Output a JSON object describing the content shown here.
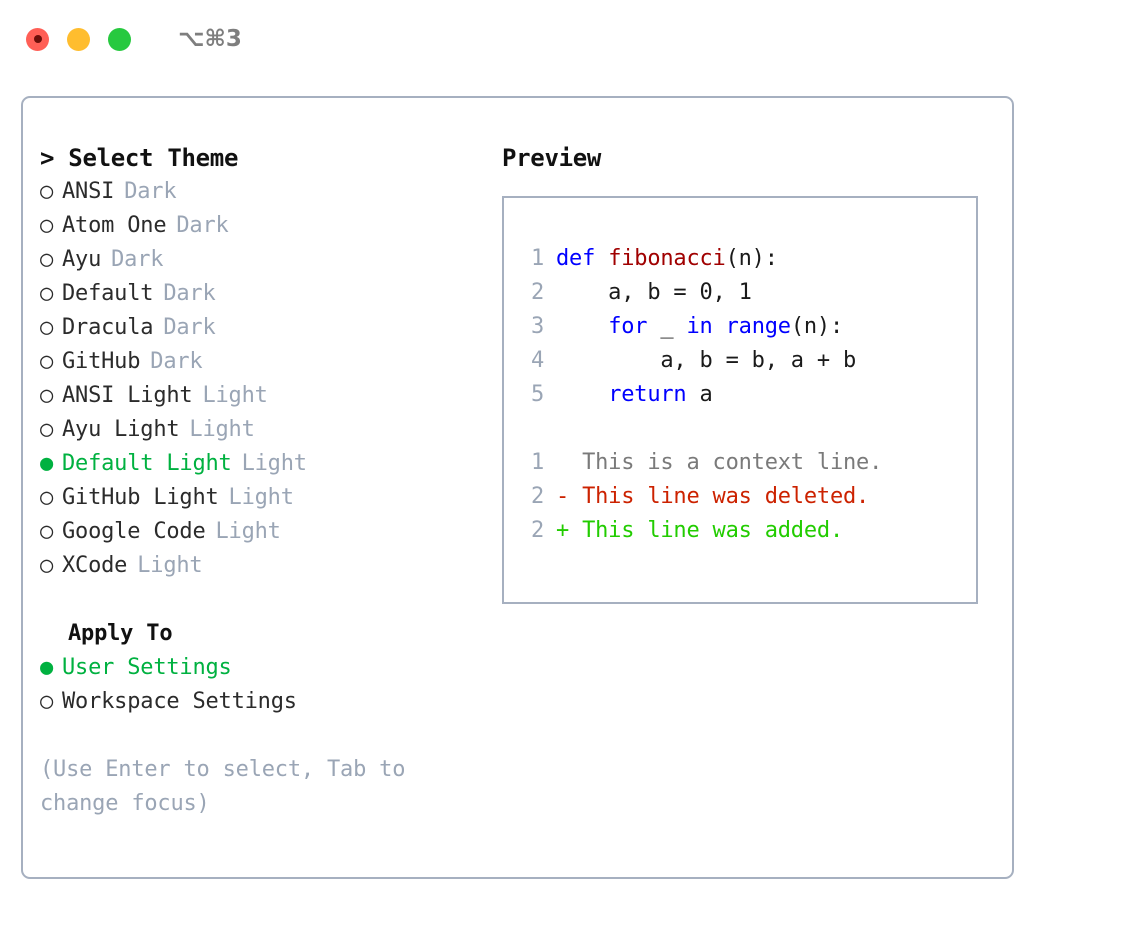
{
  "window": {
    "title": "⌥⌘3",
    "traffic_lights": [
      "close-red",
      "minimize-yellow",
      "maximize-green"
    ]
  },
  "left": {
    "header": "> Select Theme",
    "themes": [
      {
        "bullet": "○",
        "name": "ANSI",
        "tag": "Dark",
        "selected": false
      },
      {
        "bullet": "○",
        "name": "Atom One",
        "tag": "Dark",
        "selected": false
      },
      {
        "bullet": "○",
        "name": "Ayu",
        "tag": "Dark",
        "selected": false
      },
      {
        "bullet": "○",
        "name": "Default",
        "tag": "Dark",
        "selected": false
      },
      {
        "bullet": "○",
        "name": "Dracula",
        "tag": "Dark",
        "selected": false
      },
      {
        "bullet": "○",
        "name": "GitHub",
        "tag": "Dark",
        "selected": false
      },
      {
        "bullet": "○",
        "name": "ANSI Light",
        "tag": "Light",
        "selected": false
      },
      {
        "bullet": "○",
        "name": "Ayu Light",
        "tag": "Light",
        "selected": false
      },
      {
        "bullet": "●",
        "name": "Default Light",
        "tag": "Light",
        "selected": true
      },
      {
        "bullet": "○",
        "name": "GitHub Light",
        "tag": "Light",
        "selected": false
      },
      {
        "bullet": "○",
        "name": "Google Code",
        "tag": "Light",
        "selected": false
      },
      {
        "bullet": "○",
        "name": "XCode",
        "tag": "Light",
        "selected": false
      }
    ],
    "apply_to": {
      "title": "Apply To",
      "options": [
        {
          "bullet": "●",
          "name": "User Settings",
          "selected": true
        },
        {
          "bullet": "○",
          "name": "Workspace Settings",
          "selected": false
        }
      ]
    },
    "hint": "(Use Enter to select, Tab to change focus)"
  },
  "right": {
    "title": "Preview",
    "code_lines": [
      {
        "no": "1",
        "tokens": [
          {
            "t": "def ",
            "c": "kw"
          },
          {
            "t": "fibonacci",
            "c": "fn"
          },
          {
            "t": "(n):",
            "c": "plain"
          }
        ]
      },
      {
        "no": "2",
        "tokens": [
          {
            "t": "    a, b = 0, 1",
            "c": "plain"
          }
        ]
      },
      {
        "no": "3",
        "tokens": [
          {
            "t": "    ",
            "c": "plain"
          },
          {
            "t": "for",
            "c": "kw"
          },
          {
            "t": " _ ",
            "c": "plain"
          },
          {
            "t": "in",
            "c": "kw"
          },
          {
            "t": " ",
            "c": "plain"
          },
          {
            "t": "range",
            "c": "kw"
          },
          {
            "t": "(n):",
            "c": "plain"
          }
        ]
      },
      {
        "no": "4",
        "tokens": [
          {
            "t": "        a, b = b, a + b",
            "c": "plain"
          }
        ]
      },
      {
        "no": "5",
        "tokens": [
          {
            "t": "    ",
            "c": "plain"
          },
          {
            "t": "return",
            "c": "kw"
          },
          {
            "t": " a",
            "c": "plain"
          }
        ]
      }
    ],
    "diff_lines": [
      {
        "no": "1",
        "text": "  This is a context line.",
        "kind": "diff-ctx"
      },
      {
        "no": "2",
        "text": "- This line was deleted.",
        "kind": "diff-del"
      },
      {
        "no": "2",
        "text": "+ This line was added.",
        "kind": "diff-add"
      }
    ]
  },
  "colors": {
    "accent_green": "#00b140",
    "tag_gray": "#9aa5b5",
    "border": "#a6b0c0",
    "keyword_blue": "#0000ff",
    "function_red": "#a00000",
    "diff_delete_red": "#cc2200",
    "diff_add_green": "#22cc00",
    "traffic_red": "#ff5f56",
    "traffic_yellow": "#ffbd2e",
    "traffic_green": "#27c93f"
  }
}
